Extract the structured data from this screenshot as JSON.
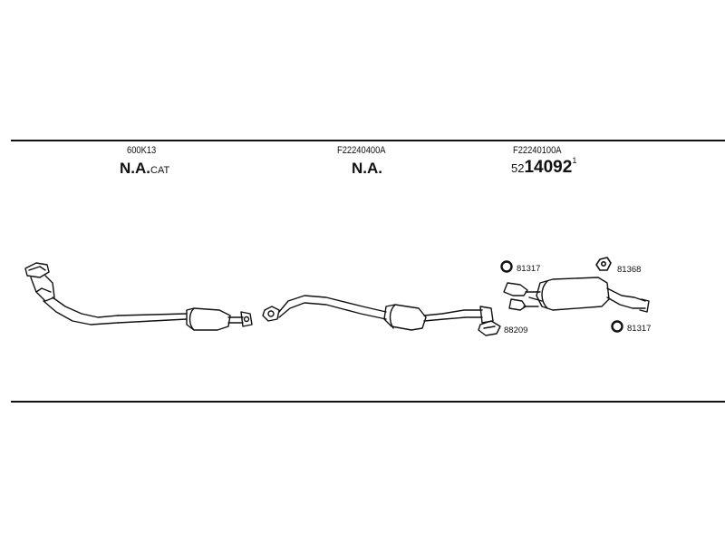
{
  "sections": [
    {
      "code": "600K13",
      "main": "N.A.",
      "suffix": "CAT"
    },
    {
      "code": "F22240400A",
      "main": "N.A."
    },
    {
      "code": "F22240100A",
      "prefix": "52",
      "part": "14092",
      "superscript": "1"
    }
  ],
  "parts": [
    {
      "number": "81317"
    },
    {
      "number": "81368"
    },
    {
      "number": "88209"
    },
    {
      "number": "81317"
    }
  ]
}
